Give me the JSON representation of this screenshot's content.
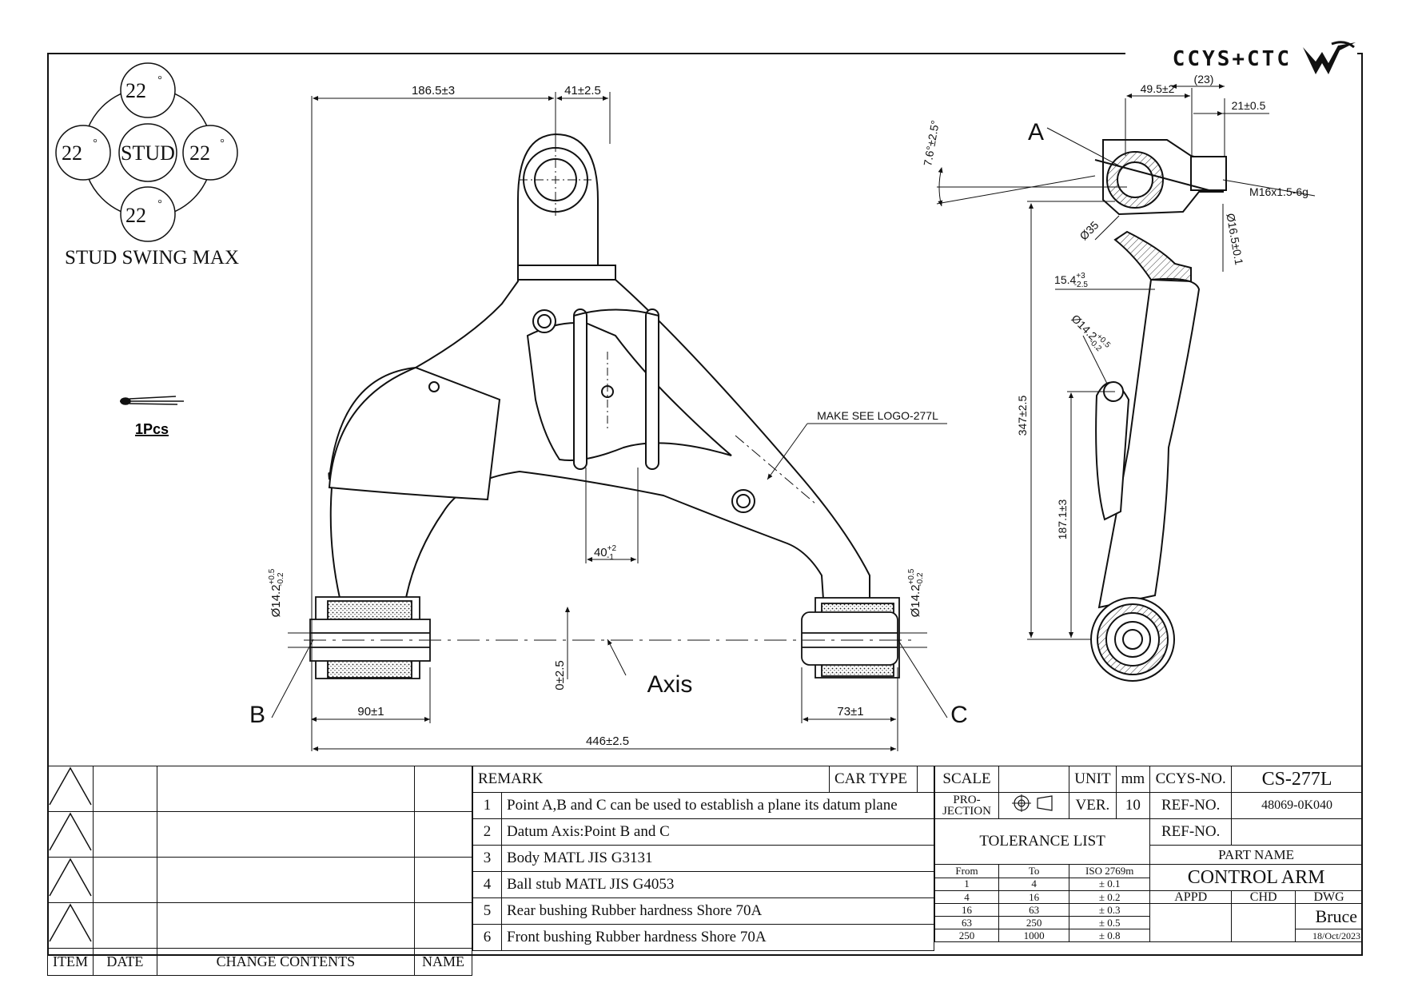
{
  "brand": {
    "logo_text": "CCYS+CTC"
  },
  "stud_swing": {
    "center_label": "STUD",
    "angles": [
      "22",
      "22",
      "22",
      "22"
    ],
    "degree_symbol": "°",
    "caption": "STUD SWING MAX"
  },
  "cotter_pin": {
    "qty_label": "1Pcs"
  },
  "dimensions": {
    "front": [
      "186.5±3",
      "41±2.5",
      "40",
      "+2",
      "-1",
      "0±2.5",
      "90±1",
      "73±1",
      "446±2.5"
    ],
    "bushing_dia_left": {
      "base": "Ø14.2",
      "plus": "+0.5",
      "minus": "-0.2"
    },
    "bushing_dia_right": {
      "base": "Ø14.2",
      "plus": "+0.5",
      "minus": "-0.2"
    },
    "side": [
      "49.5±2",
      "(23)",
      "21±0.5",
      "7.6°±2.5°",
      "M16x1.5-6g",
      "Ø16.5±0.1",
      "Ø35",
      "347±2.5",
      "187.1±3"
    ],
    "side_15_4": {
      "base": "15.4",
      "plus": "+3",
      "minus": "-2.5"
    },
    "side_bore": {
      "base": "Ø14.2",
      "plus": "+0.5",
      "minus": "-0.2"
    }
  },
  "points": {
    "a": "A",
    "b": "B",
    "c": "C",
    "axis": "Axis"
  },
  "logo_note": "MAKE SEE LOGO-277L",
  "revision_table": {
    "headers": [
      "ITEM",
      "DATE",
      "CHANGE CONTENTS",
      "NAME"
    ]
  },
  "remarks": {
    "header": "REMARK",
    "car_type_label": "CAR TYPE",
    "car_type_value": "",
    "items": [
      {
        "n": "1",
        "text": "Point A,B and C can be used to establish a plane its datum plane"
      },
      {
        "n": "2",
        "text": "Datum Axis:Point B and C"
      },
      {
        "n": "3",
        "text": "Body MATL JIS G3131"
      },
      {
        "n": "4",
        "text": "Ball stub MATL JIS G4053"
      },
      {
        "n": "5",
        "text": "Rear bushing Rubber hardness Shore 70A"
      },
      {
        "n": "6",
        "text": "Front bushing Rubber hardness Shore 70A"
      }
    ]
  },
  "title_block": {
    "scale_label": "SCALE",
    "scale_value": "",
    "unit_label": "UNIT",
    "unit_value": "mm",
    "projection_label": "PRO-\nJECTION",
    "ver_label": "VER.",
    "ver_value": "10",
    "tolerance_title": "TOLERANCE LIST",
    "tolerance_headers": [
      "From",
      "To",
      "ISO 2769m"
    ],
    "tolerance_rows": [
      [
        "1",
        "4",
        "± 0.1"
      ],
      [
        "4",
        "16",
        "± 0.2"
      ],
      [
        "16",
        "63",
        "± 0.3"
      ],
      [
        "63",
        "250",
        "± 0.5"
      ],
      [
        "250",
        "1000",
        "± 0.8"
      ]
    ],
    "ccys_no_label": "CCYS-NO.",
    "ccys_no_value": "CS-277L",
    "ref_no_label": "REF-NO.",
    "ref_no_value": "48069-0K040",
    "ref_no2_label": "REF-NO.",
    "ref_no2_value": "",
    "part_name_label": "PART NAME",
    "part_name_value": "CONTROL ARM",
    "appd_label": "APPD",
    "chd_label": "CHD",
    "dwg_label": "DWG",
    "dwg_name": "Bruce",
    "date": "18/Oct/2023"
  }
}
